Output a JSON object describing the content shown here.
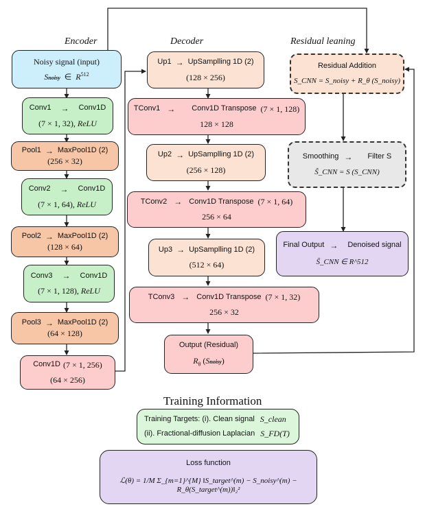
{
  "sections": {
    "encoder": "Encoder",
    "decoder": "Decoder",
    "residual": "Residual leaning"
  },
  "encoder": {
    "input": {
      "title": "Noisy signal (input)",
      "math_var": "S",
      "math_sub": "noisy",
      "math_rel": "∈",
      "math_set": "R",
      "math_sup": "512"
    },
    "conv1": {
      "name": "Conv1",
      "arrow": "→",
      "op": "Conv1D",
      "params": "(7 × 1, 32), ",
      "act": "ReLU"
    },
    "pool1": {
      "name": "Pool1",
      "arrow": "→",
      "op": "MaxPool1D (2)",
      "shape": "(256 × 32)"
    },
    "conv2": {
      "name": "Conv2",
      "arrow": "→",
      "op": "Conv1D",
      "params": "(7 × 1, 64), ",
      "act": "ReLU"
    },
    "pool2": {
      "name": "Pool2",
      "arrow": "→",
      "op": "MaxPool1D (2)",
      "shape": "(128 × 64)"
    },
    "conv3": {
      "name": "Conv3",
      "arrow": "→",
      "op": "Conv1D",
      "params": "(7 × 1, 128), ",
      "act": "ReLU"
    },
    "pool3": {
      "name": "Pool3",
      "arrow": "→",
      "op": "MaxPool1D (2)",
      "shape": "(64 × 128)"
    },
    "bottleneck": {
      "op": "Conv1D",
      "params": "(7 × 1, 256)",
      "shape": "(64 × 256)"
    }
  },
  "decoder": {
    "up1": {
      "name": "Up1",
      "arrow": "→",
      "op": "UpSamplling 1D (2)",
      "shape": "(128 × 256)"
    },
    "tconv1": {
      "name": "TConv1",
      "arrow": "→",
      "op": "Conv1D Transpose",
      "params": "(7 × 1, 128)",
      "shape": "128 × 128"
    },
    "up2": {
      "name": "Up2",
      "arrow": "→",
      "op": "UpSamplling 1D (2)",
      "shape": "(256 × 128)"
    },
    "tconv2": {
      "name": "TConv2",
      "arrow": "→",
      "op": "Conv1D Transpose",
      "params": "(7 × 1, 64)",
      "shape": "256 × 64"
    },
    "up3": {
      "name": "Up3",
      "arrow": "→",
      "op": "UpSamplling 1D (2)",
      "shape": "(512 × 64)"
    },
    "tconv3": {
      "name": "TConv3",
      "arrow": "→",
      "op": "Conv1D Transpose",
      "params": "(7 × 1, 32)",
      "shape": "256 × 32"
    },
    "output": {
      "title": "Output (Residual)",
      "math": "R",
      "math_sub": "θ",
      "math_arg": "S",
      "math_arg_sub": "noisy"
    }
  },
  "residual": {
    "addition": {
      "title": "Residual Addition",
      "formula": "S_CNN = S_noisy + R_θ (S_noisy)"
    },
    "smoothing": {
      "name": "Smoothing",
      "arrow": "→",
      "op": "Filter S",
      "formula": "S̃_CNN = S (S_CNN)"
    },
    "final": {
      "name": "Final Output",
      "arrow": "→",
      "op": "Denoised signal",
      "formula": "S̃_CNN ∈ R^512"
    }
  },
  "training": {
    "heading": "Training Information",
    "targets_line1": "Training Targets: (i). Clean signal",
    "targets_line1_math": "S_clean",
    "targets_line2": "(ii). Fractional-diffusion Laplacian",
    "targets_line2_math": "S_FD(T)",
    "loss_title": "Loss function",
    "loss_formula": "ℒ(θ) = 1/M Σ_{m=1}^{M} ‖S_target^(m) − S_noisy^(m) − R_θ(S_target^(m))‖₂²"
  }
}
